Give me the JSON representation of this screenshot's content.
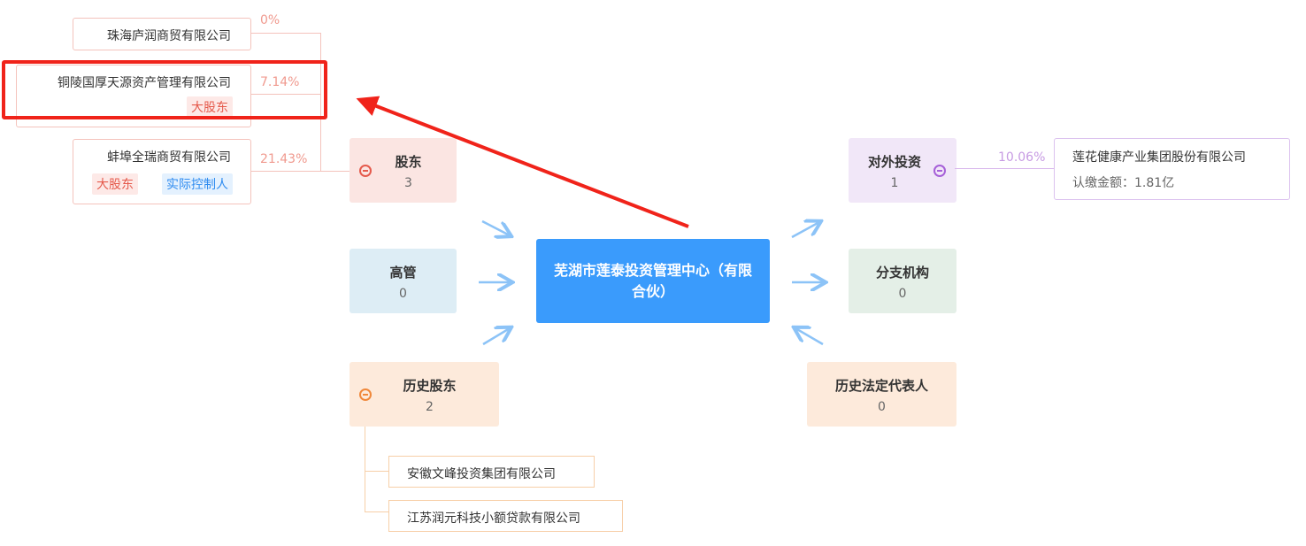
{
  "shareholders": {
    "label": "股东",
    "count": "3",
    "items": [
      {
        "name": "珠海庐润商贸有限公司",
        "pct": "0%",
        "tags": []
      },
      {
        "name": "铜陵国厚天源资产管理有限公司",
        "pct": "7.14%",
        "tags": [
          "大股东"
        ]
      },
      {
        "name": "蚌埠全瑞商贸有限公司",
        "pct": "21.43%",
        "tags": [
          "大股东",
          "实际控制人"
        ]
      }
    ]
  },
  "executives": {
    "label": "高管",
    "count": "0"
  },
  "history_shareholders": {
    "label": "历史股东",
    "count": "2",
    "items": [
      "安徽文峰投资集团有限公司",
      "江苏润元科技小额贷款有限公司"
    ]
  },
  "center": {
    "name": "芜湖市莲泰投资管理中心（有限合伙）"
  },
  "investments": {
    "label": "对外投资",
    "count": "1",
    "items": [
      {
        "name": "莲花健康产业集团股份有限公司",
        "pct": "10.06%",
        "amount": "认缴金额：1.81亿"
      }
    ]
  },
  "branches": {
    "label": "分支机构",
    "count": "0"
  },
  "history_legal_rep": {
    "label": "历史法定代表人",
    "count": "0"
  },
  "colors": {
    "center": "#3a9bfc",
    "highlight": "#f0231a"
  }
}
